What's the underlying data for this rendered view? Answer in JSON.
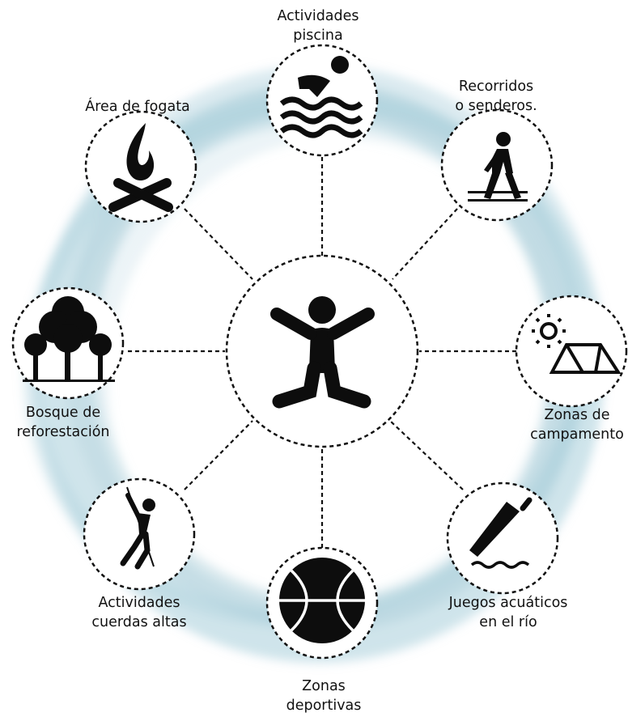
{
  "center": {
    "icon": "person-jumping-icon"
  },
  "nodes": [
    {
      "id": "piscina",
      "icon": "swimmer-icon",
      "label": [
        "Actividades",
        "piscina"
      ]
    },
    {
      "id": "senderos",
      "icon": "walking-person-icon",
      "label": [
        "Recorridos",
        "o senderos."
      ]
    },
    {
      "id": "campamento",
      "icon": "tent-sun-icon",
      "label": [
        "Zonas de",
        "campamento"
      ]
    },
    {
      "id": "rio",
      "icon": "paddle-water-icon",
      "label": [
        "Juegos acuáticos",
        "en el río"
      ]
    },
    {
      "id": "deportivas",
      "icon": "basketball-icon",
      "label": [
        "Zonas",
        "deportivas"
      ]
    },
    {
      "id": "cuerdas",
      "icon": "climber-rope-icon",
      "label": [
        "Actividades",
        "cuerdas altas"
      ]
    },
    {
      "id": "bosque",
      "icon": "forest-trees-icon",
      "label": [
        "Bosque de",
        "reforestación"
      ]
    },
    {
      "id": "fogata",
      "icon": "campfire-icon",
      "label": [
        "Área de fogata"
      ]
    }
  ],
  "colors": {
    "ring": "#8fb9c9",
    "stroke": "#111111",
    "icon": "#0d0d0d"
  }
}
